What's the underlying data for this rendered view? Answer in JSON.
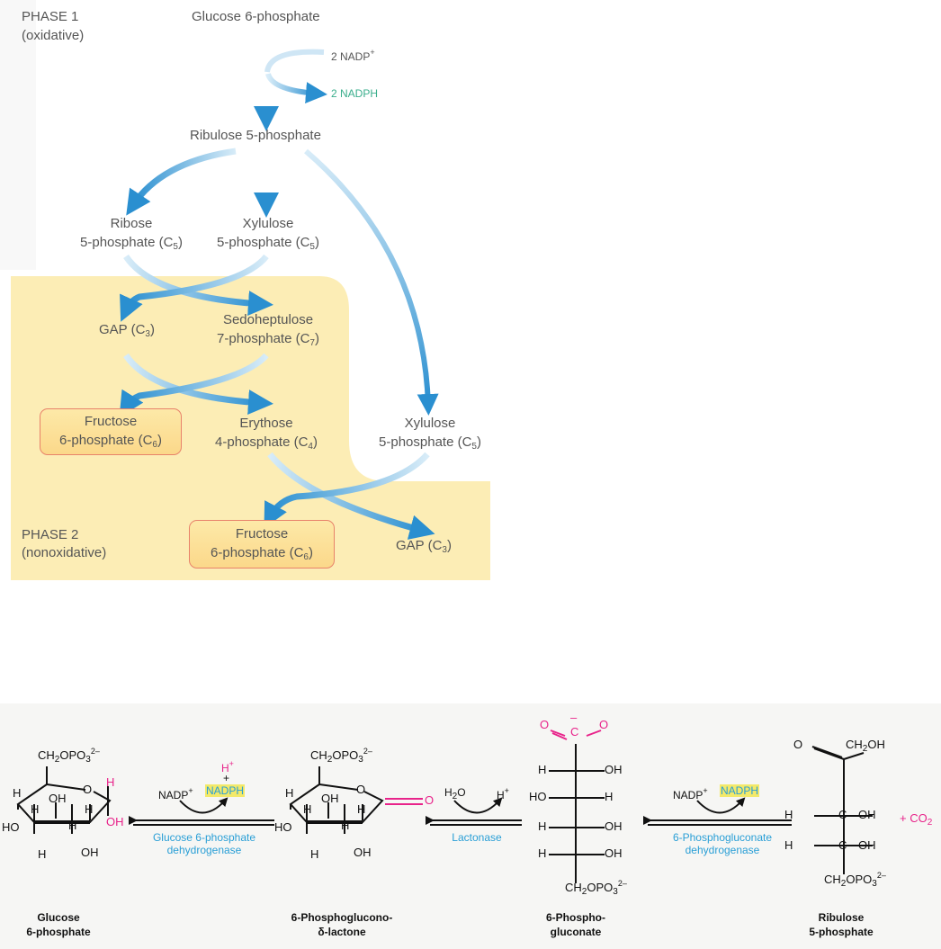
{
  "phase1": {
    "label": "PHASE 1",
    "sub": "(oxidative)"
  },
  "phase2": {
    "label": "PHASE 2",
    "sub": "(nonoxidative)"
  },
  "nodes": {
    "g6p": "Glucose 6-phosphate",
    "nadp_in": "2 NADP",
    "nadph_out": "2 NADPH",
    "ru5p": "Ribulose 5-phosphate",
    "ribose_1": "Ribose",
    "ribose_2": "5-phosphate (C",
    "ribose_n": "5",
    "xyl_1": "Xylulose",
    "xyl_2": "5-phosphate (C",
    "xyl_n": "5",
    "gap1": "GAP (C",
    "gap1_n": "3",
    "sed_1": "Sedoheptulose",
    "sed_2": "7-phosphate (C",
    "sed_n": "7",
    "f6p1_1": "Fructose",
    "f6p1_2": "6-phosphate (C",
    "f6p1_n": "6",
    "ery_1": "Erythose",
    "ery_2": "4-phosphate (C",
    "ery_n": "4",
    "xyl2_1": "Xylulose",
    "xyl2_2": "5-phosphate (C",
    "xyl2_n": "5",
    "f6p2_1": "Fructose",
    "f6p2_2": "6-phosphate (C",
    "f6p2_n": "6",
    "gap2": "GAP (C",
    "gap2_n": "3"
  },
  "reaction": {
    "m1_name_1": "Glucose",
    "m1_name_2": "6-phosphate",
    "m2_name_1": "6-Phosphoglucono-",
    "m2_name_2": "δ-lactone",
    "m3_name_1": "6-Phospho-",
    "m3_name_2": "gluconate",
    "m4_name_1": "Ribulose",
    "m4_name_2": "5-phosphate",
    "e1_1": "Glucose 6-phosphate",
    "e1_2": "dehydrogenase",
    "e2": "Lactonase",
    "e3_1": "6-Phosphogluconate",
    "e3_2": "dehydrogenase",
    "nadp": "NADP",
    "nadph": "NADPH",
    "h_plus": "H",
    "plus": "+",
    "h2o": "H",
    "co2": "+ CO",
    "ch2opo3": "CH",
    "ch2oh": "CH",
    "h": "H",
    "oh": "OH",
    "ho": "HO",
    "o": "O",
    "c": "C"
  },
  "colors": {
    "arrow": "#2a8fd0",
    "phase2_bg": "#fbeaa8",
    "highlight": "#f3e96a",
    "accent": "#e8238a"
  }
}
